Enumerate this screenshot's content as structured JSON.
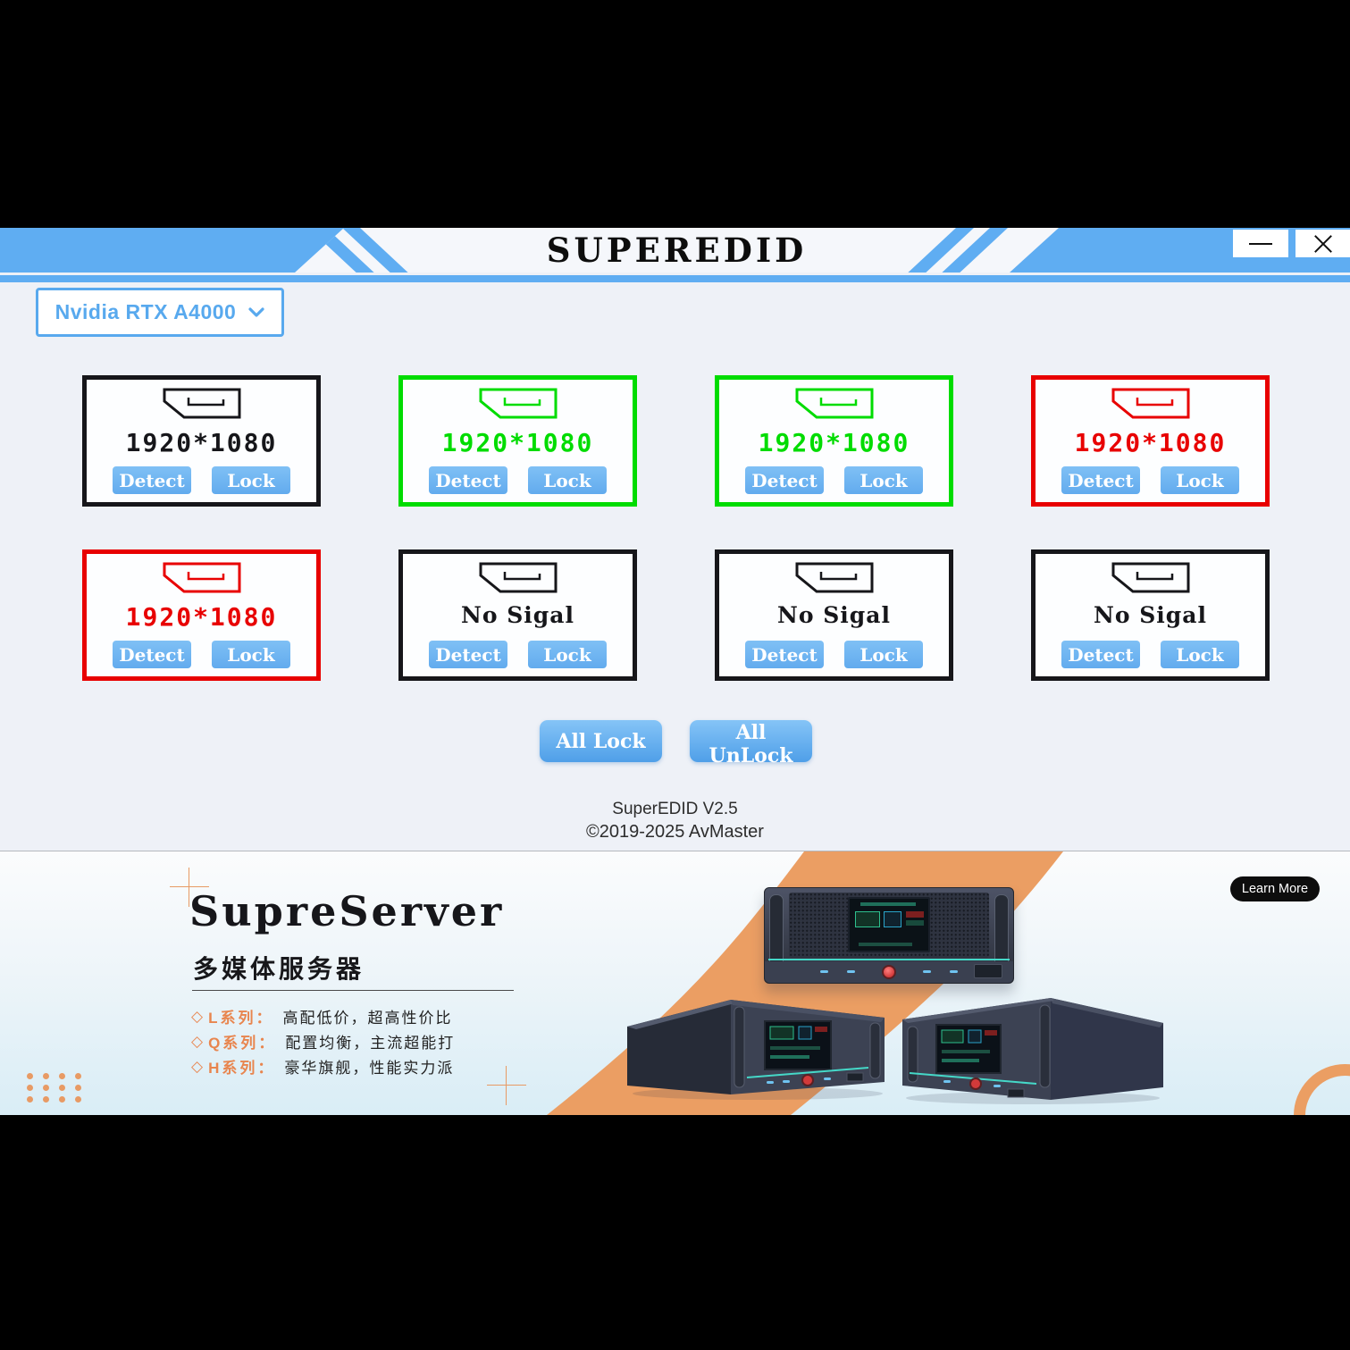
{
  "window": {
    "title": "SUPEREDID"
  },
  "gpu_selector": {
    "value": "Nvidia RTX A4000"
  },
  "labels": {
    "detect": "Detect",
    "lock": "Lock"
  },
  "ports": [
    {
      "resolution": "1920*1080",
      "state": "signal",
      "color": "#16161a",
      "type": "res"
    },
    {
      "resolution": "1920*1080",
      "state": "signal-locked",
      "color": "#00dc00",
      "type": "res"
    },
    {
      "resolution": "1920*1080",
      "state": "signal-locked",
      "color": "#00dc00",
      "type": "res"
    },
    {
      "resolution": "1920*1080",
      "state": "signal-error",
      "color": "#e80000",
      "type": "res"
    },
    {
      "resolution": "1920*1080",
      "state": "signal-error",
      "color": "#e80000",
      "type": "res"
    },
    {
      "resolution": "No Sigal",
      "state": "no-signal",
      "color": "#16161a",
      "type": "nosig"
    },
    {
      "resolution": "No Sigal",
      "state": "no-signal",
      "color": "#16161a",
      "type": "nosig"
    },
    {
      "resolution": "No Sigal",
      "state": "no-signal",
      "color": "#16161a",
      "type": "nosig"
    }
  ],
  "actions": {
    "all_lock": "All Lock",
    "all_unlock": "All UnLock"
  },
  "footer": {
    "version": "SuperEDID V2.5",
    "copyright": "©2019-2025 AvMaster"
  },
  "banner": {
    "title": "SupreServer",
    "subtitle": "多媒体服务器",
    "features": [
      {
        "label": "L系列：",
        "desc": "高配低价，超高性价比"
      },
      {
        "label": "Q系列：",
        "desc": "配置均衡，主流超能打"
      },
      {
        "label": "H系列：",
        "desc": "豪华旗舰，性能实力派"
      }
    ],
    "learn_more": "Learn More"
  },
  "colors": {
    "accent_blue": "#5fadf2",
    "button_blue": "#6cb3ef",
    "state_green": "#00dc00",
    "state_red": "#e80000",
    "state_black": "#16161a",
    "banner_orange": "#eb9e63"
  }
}
